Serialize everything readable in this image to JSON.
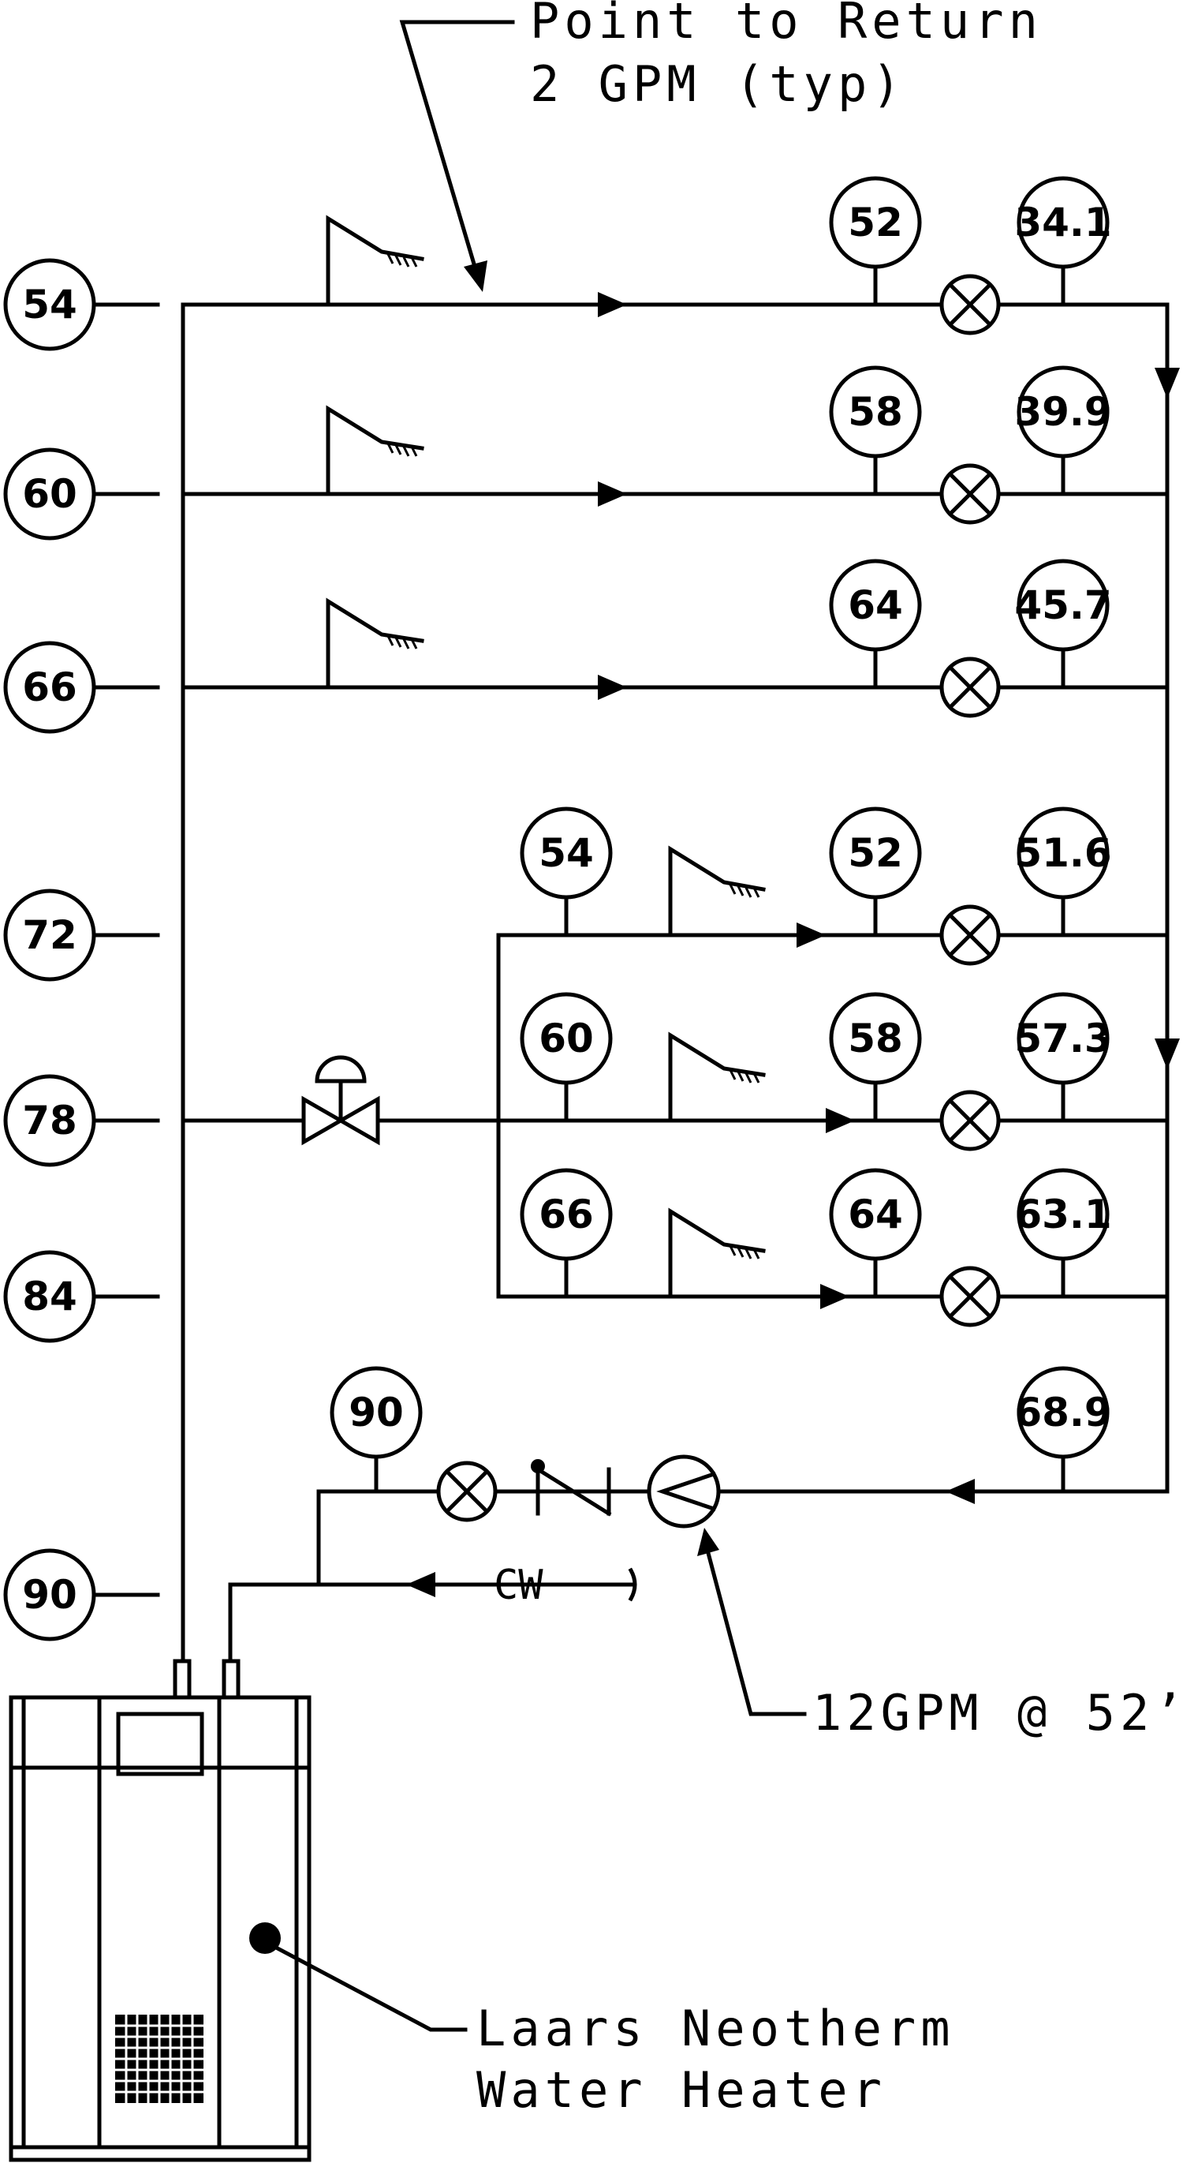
{
  "annotations": {
    "top_line1": "Point to Return",
    "top_line2": "2 GPM (typ)",
    "pump": "12GPM @ 52’",
    "heater_line1": "Laars Neotherm",
    "heater_line2": "Water Heater",
    "cold_water": "CW"
  },
  "floor_levels": [
    "54",
    "60",
    "66",
    "72",
    "78",
    "84",
    "90"
  ],
  "upper_branches": [
    {
      "supply": "52",
      "return": "34.1"
    },
    {
      "supply": "58",
      "return": "39.9"
    },
    {
      "supply": "64",
      "return": "45.7"
    }
  ],
  "lower_branches": [
    {
      "inlet": "54",
      "supply": "52",
      "return": "51.6"
    },
    {
      "inlet": "60",
      "supply": "58",
      "return": "57.3"
    },
    {
      "inlet": "66",
      "supply": "64",
      "return": "63.1"
    }
  ],
  "heater_outlet_temp": "90",
  "return_main_temp": "68.9"
}
